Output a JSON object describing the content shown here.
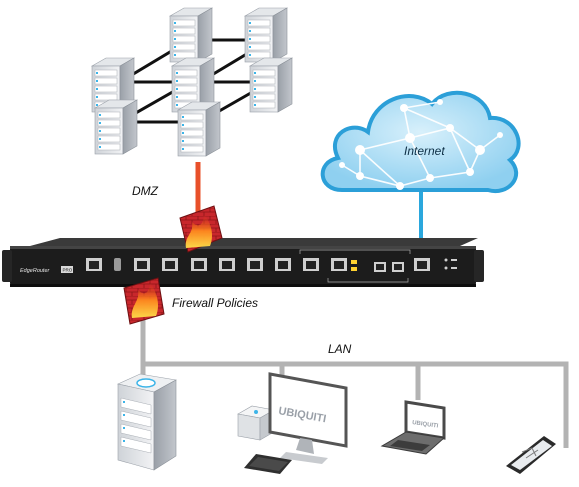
{
  "labels": {
    "dmz": "DMZ",
    "internet": "Internet",
    "firewall": "Firewall Policies",
    "lan": "LAN"
  },
  "router": {
    "brand": "EdgeRouter",
    "model": "PRO"
  },
  "logo_text": "UBIQUITI",
  "colors": {
    "dmz_link": "#e8502a",
    "internet_link": "#2aa7dd",
    "lan_link": "#b3b3b3",
    "cloud_fill": "#9fd7f2",
    "cloud_stroke": "#2b9fd8",
    "router_body": "#1c1c1c",
    "firewall": "#c9282d"
  },
  "icons": [
    "server-icon",
    "cloud-icon",
    "router-icon",
    "firewall-icon",
    "server-tower-icon",
    "desktop-computer-icon",
    "laptop-icon",
    "tablet-icon"
  ]
}
